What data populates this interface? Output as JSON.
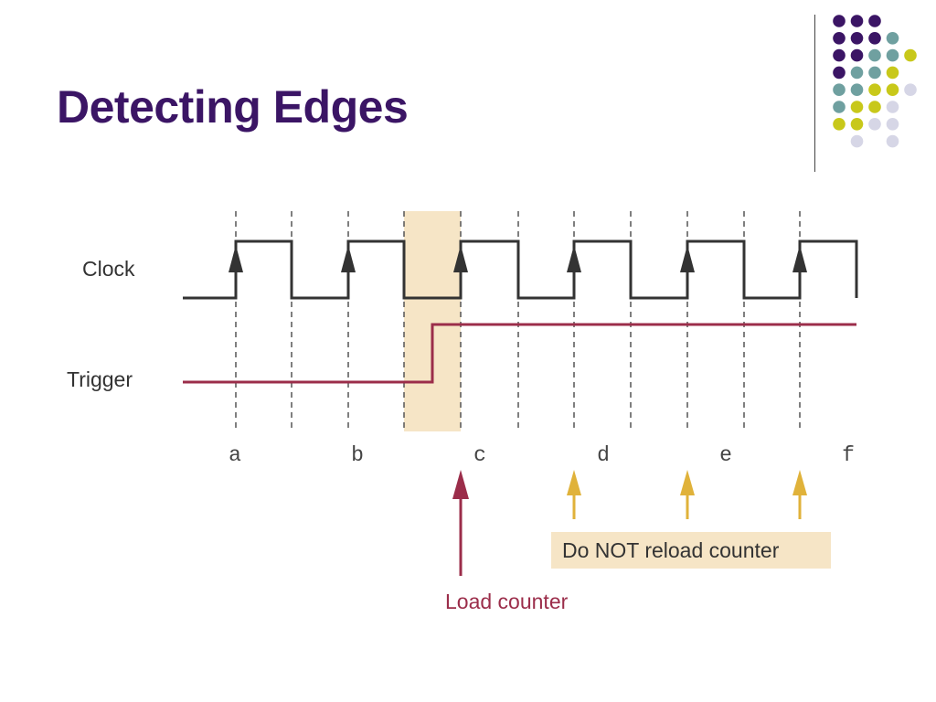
{
  "slide": {
    "title": "Detecting Edges"
  },
  "decoration": {
    "dot_colors": [
      "#3b1565",
      "#6fa0a0",
      "#c8c81a",
      "#d6d6e6"
    ]
  },
  "diagram": {
    "signals": [
      {
        "id": "clock",
        "label": "Clock",
        "color": "#333333"
      },
      {
        "id": "trigger",
        "label": "Trigger",
        "color": "#9b2d4a"
      }
    ],
    "edge_labels": [
      "a",
      "b",
      "c",
      "d",
      "e",
      "f"
    ],
    "highlight_color": "#f6e5c6",
    "annotations": {
      "load": {
        "text": "Load counter",
        "color": "#9b2d4a"
      },
      "no_reload": {
        "text": "Do NOT reload counter",
        "arrow_color": "#e0b23a",
        "box_color": "#f6e5c6"
      }
    }
  }
}
